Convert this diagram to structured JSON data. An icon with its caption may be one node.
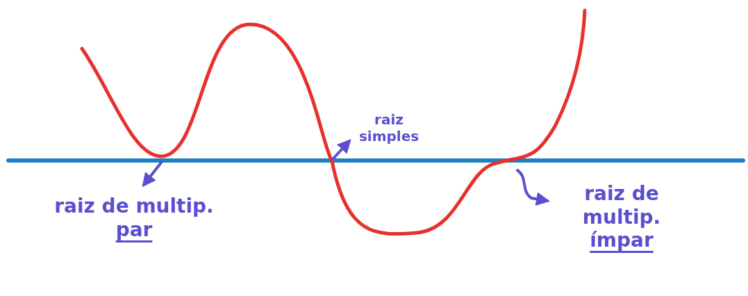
{
  "diagram": {
    "nodes": [
      {
        "text": [
          "raiz de multip.",
          "par"
        ]
      },
      {
        "text": [
          "raiz simples"
        ]
      },
      {
        "text": [
          "raiz de multip.",
          "ímpar"
        ]
      }
    ],
    "edges": [
      {
        "from": null,
        "to": 0,
        "arrow": "to"
      },
      {
        "from": null,
        "to": 1,
        "arrow": "to"
      },
      {
        "from": null,
        "to": 2,
        "arrow": "to"
      }
    ]
  }
}
